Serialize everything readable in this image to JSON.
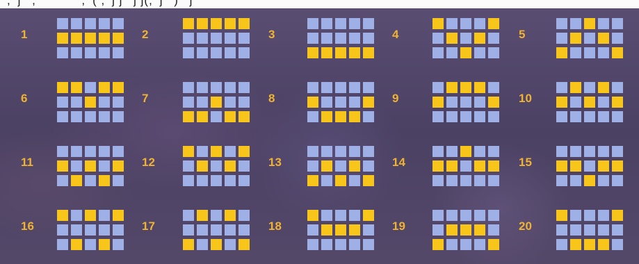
{
  "header": {
    "fragment": "' ,' j ' , ' ' ' ' ' ' ,' ( ,' j j ' j j(,' j ' ) ' j"
  },
  "colors": {
    "active": "#f8c51a",
    "inactive": "#9eb0e6",
    "number": "#f0b232",
    "background": "#4f4468"
  },
  "paylines": [
    {
      "label": "1",
      "rows": [
        1,
        1,
        1,
        1,
        1
      ]
    },
    {
      "label": "2",
      "rows": [
        0,
        0,
        0,
        0,
        0
      ]
    },
    {
      "label": "3",
      "rows": [
        2,
        2,
        2,
        2,
        2
      ]
    },
    {
      "label": "4",
      "rows": [
        0,
        1,
        2,
        1,
        0
      ]
    },
    {
      "label": "5",
      "rows": [
        2,
        1,
        0,
        1,
        2
      ]
    },
    {
      "label": "6",
      "rows": [
        0,
        0,
        1,
        0,
        0
      ]
    },
    {
      "label": "7",
      "rows": [
        2,
        2,
        1,
        2,
        2
      ]
    },
    {
      "label": "8",
      "rows": [
        1,
        2,
        2,
        2,
        1
      ]
    },
    {
      "label": "9",
      "rows": [
        1,
        0,
        0,
        0,
        1
      ]
    },
    {
      "label": "10",
      "rows": [
        1,
        0,
        1,
        0,
        1
      ]
    },
    {
      "label": "11",
      "rows": [
        1,
        2,
        1,
        2,
        1
      ]
    },
    {
      "label": "12",
      "rows": [
        0,
        1,
        0,
        1,
        0
      ]
    },
    {
      "label": "13",
      "rows": [
        2,
        1,
        2,
        1,
        2
      ]
    },
    {
      "label": "14",
      "rows": [
        1,
        1,
        0,
        1,
        1
      ]
    },
    {
      "label": "15",
      "rows": [
        1,
        1,
        2,
        1,
        1
      ]
    },
    {
      "label": "16",
      "rows": [
        0,
        2,
        0,
        2,
        0
      ]
    },
    {
      "label": "17",
      "rows": [
        2,
        0,
        2,
        0,
        2
      ]
    },
    {
      "label": "18",
      "rows": [
        0,
        1,
        1,
        1,
        0
      ]
    },
    {
      "label": "19",
      "rows": [
        2,
        1,
        1,
        1,
        2
      ]
    },
    {
      "label": "20",
      "rows": [
        0,
        2,
        2,
        2,
        0
      ]
    }
  ]
}
